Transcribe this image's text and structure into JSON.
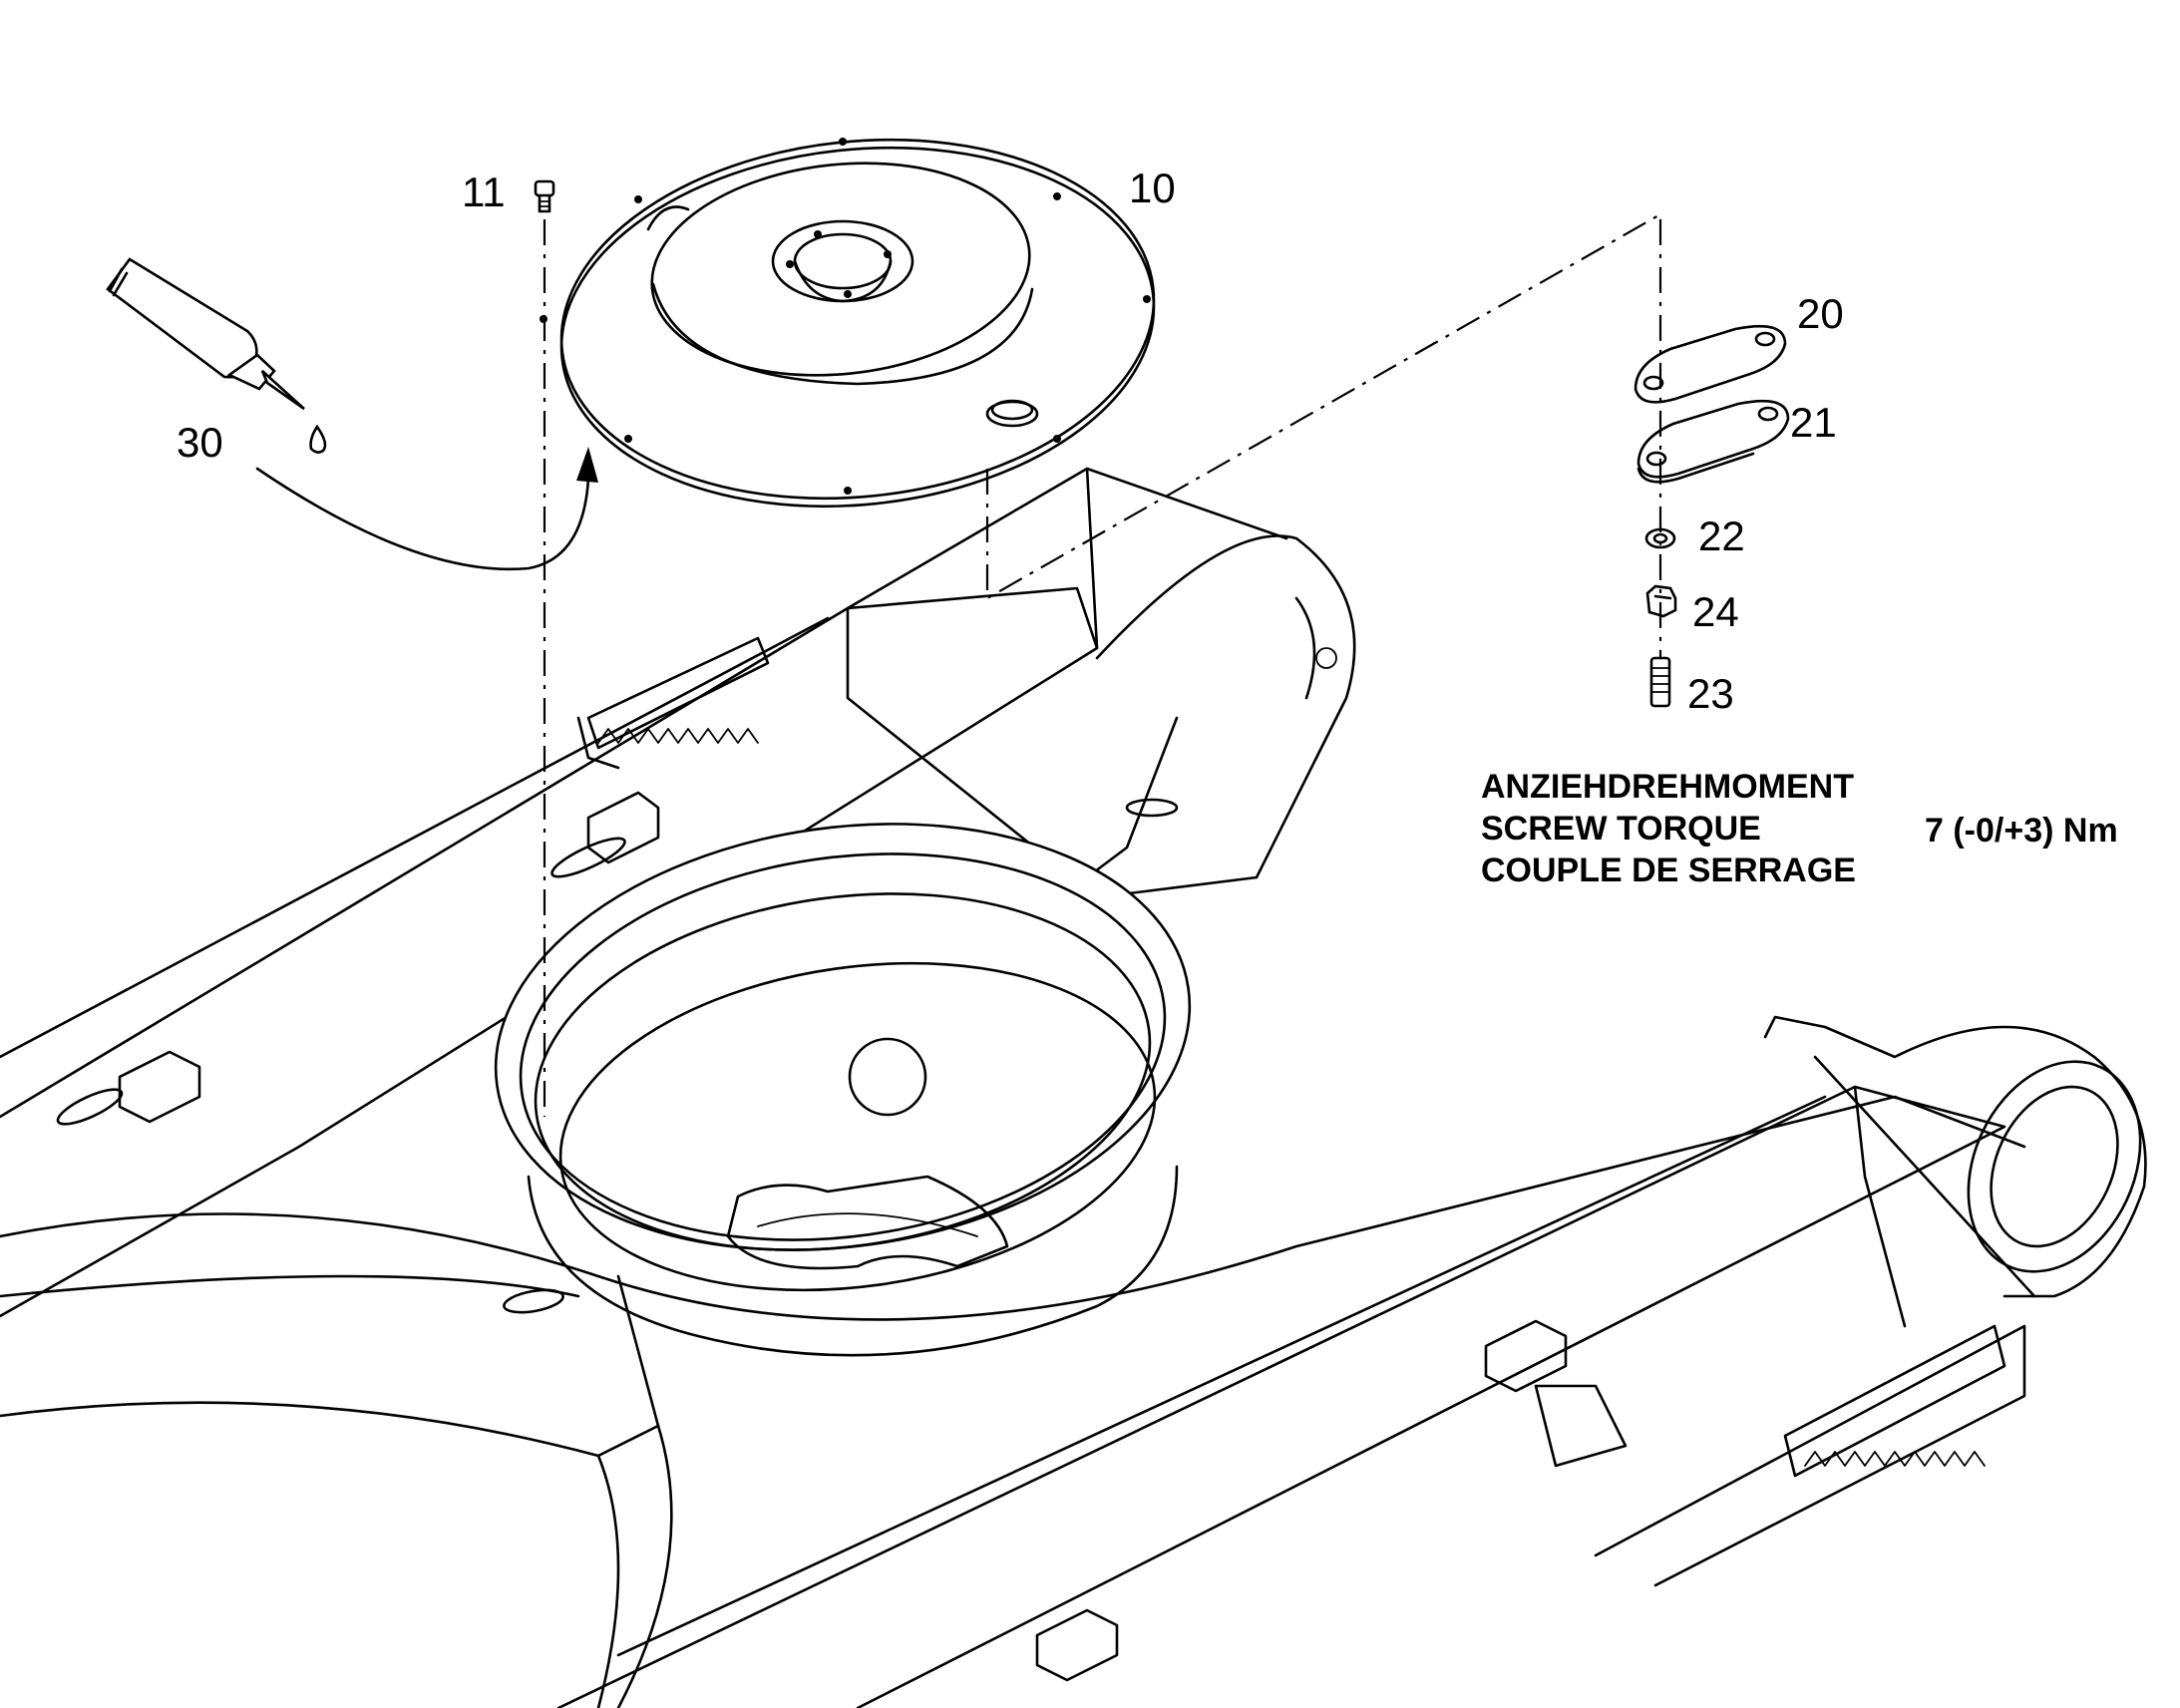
{
  "callouts": {
    "p10": "10",
    "p11": "11",
    "p20": "20",
    "p21": "21",
    "p22": "22",
    "p23": "23",
    "p24": "24",
    "p30": "30"
  },
  "torque_note": {
    "line_de": "ANZIEHDREHMOMENT",
    "line_en": "SCREW TORQUE",
    "line_fr": "COUPLE DE SERRAGE",
    "value": "7 (-0/+3) Nm"
  }
}
